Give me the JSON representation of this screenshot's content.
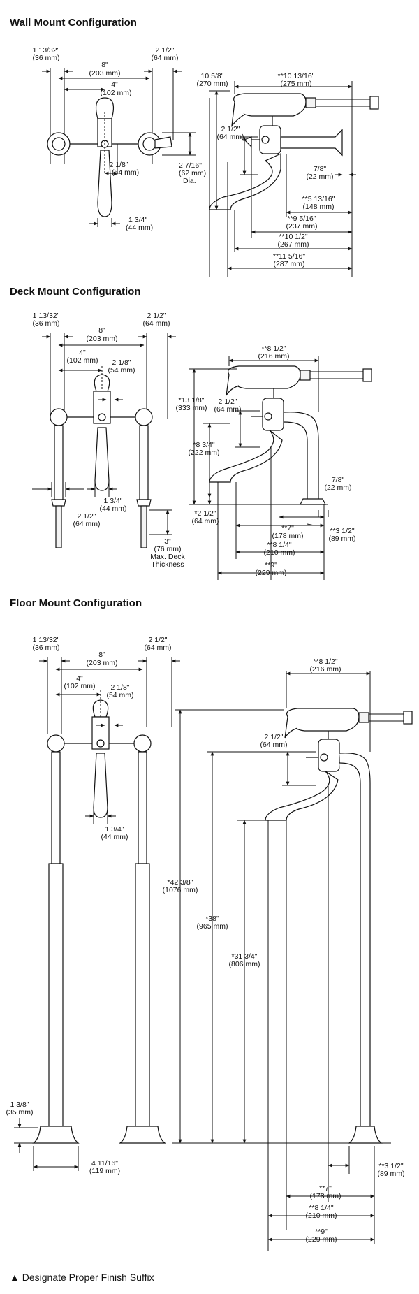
{
  "sections": {
    "wall": {
      "title": "Wall Mount Configuration"
    },
    "deck": {
      "title": "Deck Mount Configuration"
    },
    "floor": {
      "title": "Floor Mount Configuration"
    }
  },
  "dims": {
    "w_13_32_a": "1 13/32\"",
    "w_13_32_b": "(36 mm)",
    "w_212_a": "2 1/2\"",
    "w_212_b": "(64 mm)",
    "w_8_a": "8\"",
    "w_8_b": "(203 mm)",
    "w_4_a": "4\"",
    "w_4_b": "(102 mm)",
    "w_218_a": "2 1/8\"",
    "w_218_b": "(54 mm)",
    "w_2716_a": "2 7/16\"",
    "w_2716_b": "(62 mm)",
    "w_2716_c": "Dia.",
    "w_134_a": "1 3/4\"",
    "w_134_b": "(44 mm)",
    "w_1058_a": "10 5/8\"",
    "w_1058_b": "(270 mm)",
    "w_101316_a": "**10 13/16\"",
    "w_101316_b": "(275 mm)",
    "w_side_212_a": "2 1/2\"",
    "w_side_212_b": "(64 mm)",
    "w_78_a": "7/8\"",
    "w_78_b": "(22 mm)",
    "w_51316_a": "**5 13/16\"",
    "w_51316_b": "(148 mm)",
    "w_9516_a": "**9 5/16\"",
    "w_9516_b": "(237 mm)",
    "w_1012_a": "**10 1/2\"",
    "w_1012_b": "(267 mm)",
    "w_11516_a": "**11 5/16\"",
    "w_11516_b": "(287 mm)",
    "d_13_32_a": "1 13/32\"",
    "d_13_32_b": "(36 mm)",
    "d_212_a": "2 1/2\"",
    "d_212_b": "(64 mm)",
    "d_8_a": "8\"",
    "d_8_b": "(203 mm)",
    "d_4_a": "4\"",
    "d_4_b": "(102 mm)",
    "d_218_a": "2 1/8\"",
    "d_218_b": "(54 mm)",
    "d_134_a": "1 3/4\"",
    "d_134_b": "(44 mm)",
    "d_212low_a": "2 1/2\"",
    "d_212low_b": "(64 mm)",
    "d_3_a": "3\"",
    "d_3_b": "(76 mm)",
    "d_3_c": "Max. Deck",
    "d_3_d": "Thickness",
    "d_812_a": "**8 1/2\"",
    "d_812_b": "(216 mm)",
    "d_1318_a": "*13 1/8\"",
    "d_1318_b": "(333 mm)",
    "d_side_212_a": "2 1/2\"",
    "d_side_212_b": "(64 mm)",
    "d_834_a": "*8 3/4\"",
    "d_834_b": "(222 mm)",
    "d_78_a": "7/8\"",
    "d_78_b": "(22 mm)",
    "d_2_12_a": "*2 1/2\"",
    "d_2_12_b": "(64 mm)",
    "d_7_a": "**7\"",
    "d_7_b": "(178 mm)",
    "d_312_a": "**3 1/2\"",
    "d_312_b": "(89 mm)",
    "d_814_a": "**8 1/4\"",
    "d_814_b": "(210 mm)",
    "d_9_a": "**9\"",
    "d_9_b": "(229 mm)",
    "f_13_32_a": "1 13/32\"",
    "f_13_32_b": "(36 mm)",
    "f_212_a": "2 1/2\"",
    "f_212_b": "(64 mm)",
    "f_8_a": "8\"",
    "f_8_b": "(203 mm)",
    "f_4_a": "4\"",
    "f_4_b": "(102 mm)",
    "f_218_a": "2 1/8\"",
    "f_218_b": "(54 mm)",
    "f_134_a": "1 3/4\"",
    "f_134_b": "(44 mm)",
    "f_812_a": "**8 1/2\"",
    "f_812_b": "(216 mm)",
    "f_side_212_a": "2 1/2\"",
    "f_side_212_b": "(64 mm)",
    "f_4238_a": "*42 3/8\"",
    "f_4238_b": "(1076 mm)",
    "f_38_a": "*38\"",
    "f_38_b": "(965 mm)",
    "f_3134_a": "*31 3/4\"",
    "f_3134_b": "(806 mm)",
    "f_138_a": "1 3/8\"",
    "f_138_b": "(35 mm)",
    "f_41116_a": "4 11/16\"",
    "f_41116_b": "(119 mm)",
    "f_312_a": "**3 1/2\"",
    "f_312_b": "(89 mm)",
    "f_7_a": "**7\"",
    "f_7_b": "(178 mm)",
    "f_814_a": "**8 1/4\"",
    "f_814_b": "(210 mm)",
    "f_9_a": "**9\"",
    "f_9_b": "(229 mm)"
  },
  "footer": {
    "marker": "▲",
    "text": "Designate Proper Finish Suffix"
  }
}
